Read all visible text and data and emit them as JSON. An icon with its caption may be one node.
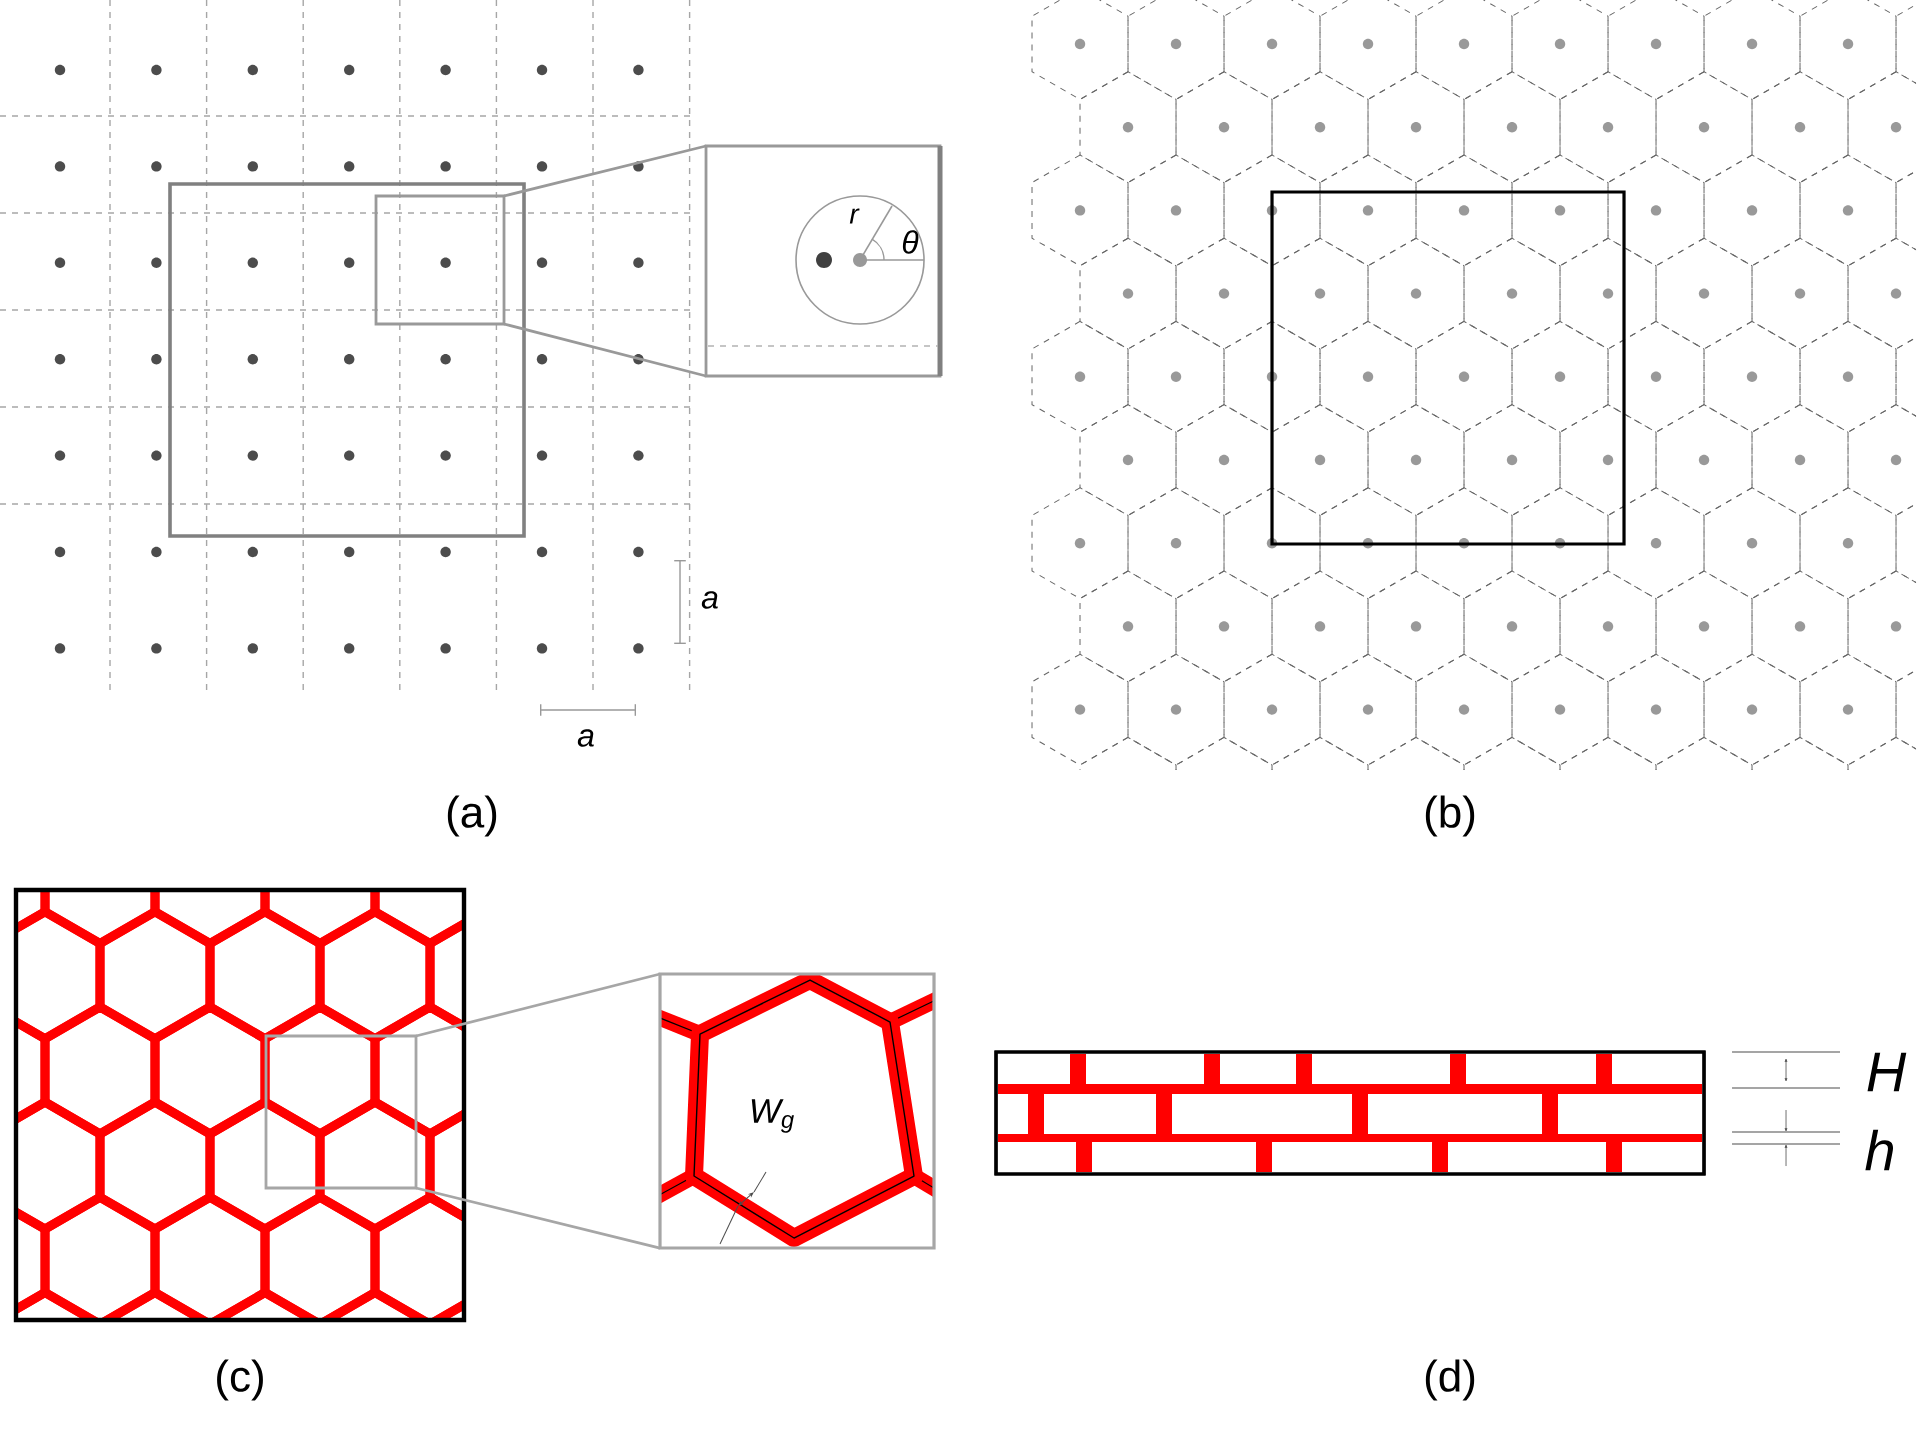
{
  "diagram": {
    "labels": [
      "r",
      "θ",
      "a",
      "a",
      "(a)",
      "(b)",
      "W$_{g}$",
      "H",
      "h",
      "(c)",
      "(d)"
    ]
  }
}
